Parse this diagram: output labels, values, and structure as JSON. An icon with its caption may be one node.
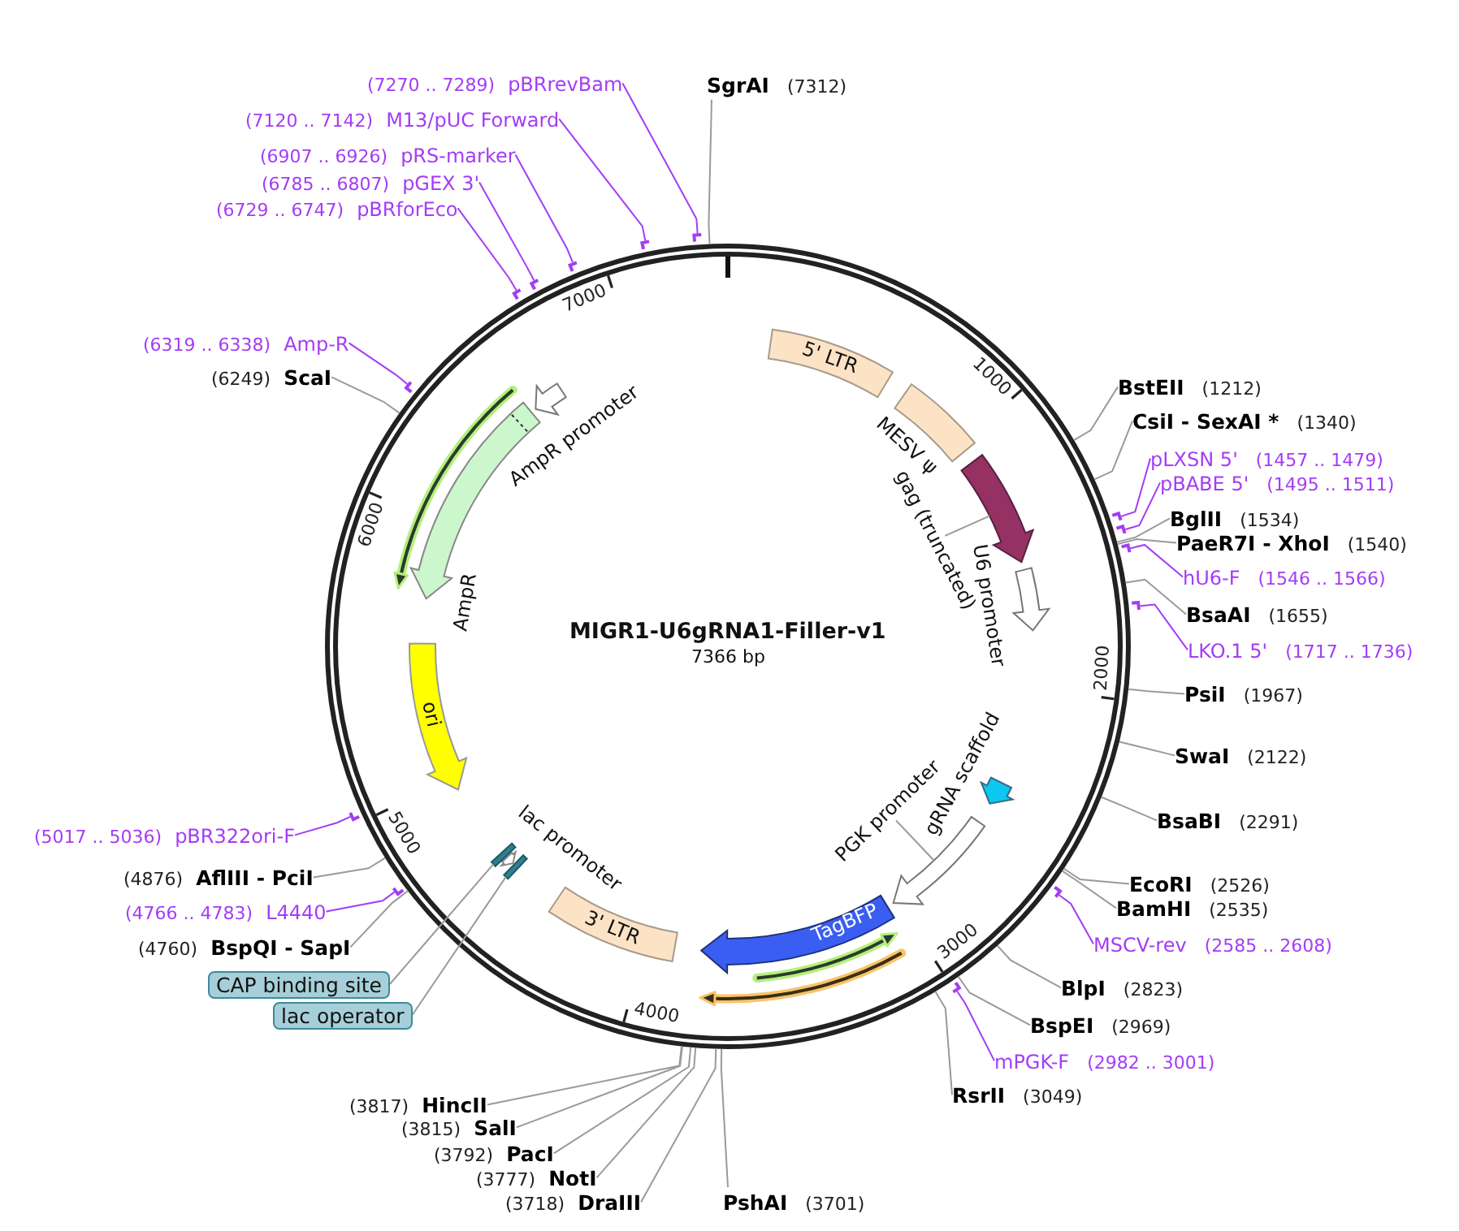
{
  "diagram": {
    "nodes": [
      {
        "text": [
          "MIGR1-U6gRNA1-Filler-v1",
          "7366 bp"
        ]
      },
      {
        "text": [
          "5' LTR"
        ],
        "in": 0
      },
      {
        "text": [
          "MESV ψ"
        ],
        "in": 0
      },
      {
        "text": [],
        "shape": "arrow",
        "in": 0
      },
      {
        "text": [
          "gag (truncated)"
        ],
        "in": 0
      },
      {
        "text": [
          "U6 promoter"
        ],
        "in": 0
      },
      {
        "text": [
          "gRNA scaffold"
        ],
        "in": 0
      },
      {
        "text": [],
        "shape": "arrow",
        "in": 0
      },
      {
        "text": [
          "PGK promoter"
        ],
        "in": 0
      },
      {
        "text": [
          "TagBFP"
        ],
        "in": 0
      },
      {
        "text": [],
        "shape": "arrow",
        "in": 0
      },
      {
        "text": [],
        "shape": "arrow",
        "in": 0
      },
      {
        "text": [
          "3' LTR"
        ],
        "in": 0
      },
      {
        "text": [],
        "shape": "bar",
        "in": 0
      },
      {
        "text": [],
        "shape": "arrow",
        "beside": [
          "lac promoter"
        ],
        "in": 0
      },
      {
        "text": [],
        "shape": "bar",
        "in": 0
      },
      {
        "text": [
          "ori"
        ],
        "in": 0
      },
      {
        "text": [
          "AmpR"
        ],
        "in": 0
      },
      {
        "text": [],
        "shape": "arrow",
        "in": 0
      },
      {
        "text": [
          "AmpR promoter"
        ],
        "in": 0
      },
      {
        "text": [
          "BstEII",
          "(1212)"
        ]
      },
      {
        "text": [
          "CsiI - SexAI *",
          "(1340)"
        ]
      },
      {
        "text": [
          "pLXSN 5'",
          "(1457 .. 1479)"
        ]
      },
      {
        "text": [
          "pBABE 5'",
          "(1495 .. 1511)"
        ]
      },
      {
        "text": [
          "BglII",
          "(1534)"
        ]
      },
      {
        "text": [
          "PaeR7I - XhoI",
          "(1540)"
        ]
      },
      {
        "text": [
          "hU6-F",
          "(1546 .. 1566)"
        ]
      },
      {
        "text": [
          "BsaAI",
          "(1655)"
        ]
      },
      {
        "text": [
          "LKO.1 5'",
          "(1717 .. 1736)"
        ]
      },
      {
        "text": [
          "PsiI",
          "(1967)"
        ]
      },
      {
        "text": [
          "SwaI",
          "(2122)"
        ]
      },
      {
        "text": [
          "BsaBI",
          "(2291)"
        ]
      },
      {
        "text": [
          "EcoRI",
          "(2526)"
        ]
      },
      {
        "text": [
          "BamHI",
          "(2535)"
        ]
      },
      {
        "text": [
          "MSCV-rev",
          "(2585 .. 2608)"
        ]
      },
      {
        "text": [
          "BlpI",
          "(2823)"
        ]
      },
      {
        "text": [
          "BspEI",
          "(2969)"
        ]
      },
      {
        "text": [
          "mPGK-F",
          "(2982 .. 3001)"
        ]
      },
      {
        "text": [
          "RsrII",
          "(3049)"
        ]
      },
      {
        "text": [
          "PshAI",
          "(3701)"
        ]
      },
      {
        "text": [
          "(3718)",
          "DraIII"
        ]
      },
      {
        "text": [
          "(3777)",
          "NotI"
        ]
      },
      {
        "text": [
          "(3792)",
          "PacI"
        ]
      },
      {
        "text": [
          "(3815)",
          "SalI"
        ]
      },
      {
        "text": [
          "(3817)",
          "HincII"
        ]
      },
      {
        "text": [
          "lac operator"
        ]
      },
      {
        "text": [
          "CAP binding site"
        ]
      },
      {
        "text": [
          "(4760)",
          "BspQI - SapI"
        ]
      },
      {
        "text": [
          "(4766 .. 4783)",
          "L4440"
        ]
      },
      {
        "text": [
          "(4876)",
          "AflIII - PciI"
        ]
      },
      {
        "text": [
          "(5017 .. 5036)",
          "pBR322ori-F"
        ]
      },
      {
        "text": [
          "(6249)",
          "ScaI"
        ]
      },
      {
        "text": [
          "(6319 .. 6338)",
          "Amp-R"
        ]
      },
      {
        "text": [
          "(6729 .. 6747)",
          "pBRforEco"
        ]
      },
      {
        "text": [
          "(6785 .. 6807)",
          "pGEX 3'"
        ]
      },
      {
        "text": [
          "(6907 .. 6926)",
          "pRS-marker"
        ]
      },
      {
        "text": [
          "(7120 .. 7142)",
          "M13/pUC Forward"
        ]
      },
      {
        "text": [
          "(7270 .. 7289)",
          "pBRrevBam"
        ]
      },
      {
        "text": [
          "SgrAI",
          "(7312)"
        ]
      },
      {
        "text": [],
        "shape": "bar"
      },
      {
        "text": [],
        "shape": "bar"
      },
      {
        "text": [],
        "shape": "bar"
      },
      {
        "text": [],
        "shape": "bar"
      },
      {
        "text": [],
        "shape": "bar"
      },
      {
        "text": [],
        "shape": "bar"
      },
      {
        "text": [],
        "shape": "bar"
      },
      {
        "text": [],
        "shape": "bar"
      },
      {
        "text": [],
        "shape": "bar"
      },
      {
        "text": [],
        "shape": "bar"
      },
      {
        "text": [],
        "shape": "bar"
      },
      {
        "text": [],
        "shape": "bar"
      },
      {
        "text": [],
        "shape": "bar"
      },
      {
        "text": [],
        "shape": "bar"
      }
    ],
    "edges": [
      {
        "from": 4,
        "to": 3,
        "arrow": "none"
      },
      {
        "from": 8,
        "to": 7,
        "arrow": "none"
      },
      {
        "from": 20,
        "to": 0,
        "arrow": "none"
      },
      {
        "from": 21,
        "to": 0,
        "arrow": "none"
      },
      {
        "from": 22,
        "to": 59,
        "arrow": "none",
        "color": "#a43cf5"
      },
      {
        "from": 23,
        "to": 60,
        "arrow": "none",
        "color": "#a43cf5"
      },
      {
        "from": 24,
        "to": 0,
        "arrow": "none"
      },
      {
        "from": 25,
        "to": 0,
        "arrow": "none"
      },
      {
        "from": 26,
        "to": 61,
        "arrow": "none",
        "color": "#a43cf5"
      },
      {
        "from": 27,
        "to": 0,
        "arrow": "none"
      },
      {
        "from": 28,
        "to": 62,
        "arrow": "none",
        "color": "#a43cf5"
      },
      {
        "from": 29,
        "to": 0,
        "arrow": "none"
      },
      {
        "from": 30,
        "to": 0,
        "arrow": "none"
      },
      {
        "from": 31,
        "to": 0,
        "arrow": "none"
      },
      {
        "from": 32,
        "to": 0,
        "arrow": "none"
      },
      {
        "from": 33,
        "to": 0,
        "arrow": "none"
      },
      {
        "from": 34,
        "to": 63,
        "arrow": "none",
        "color": "#a43cf5"
      },
      {
        "from": 35,
        "to": 0,
        "arrow": "none"
      },
      {
        "from": 36,
        "to": 0,
        "arrow": "none"
      },
      {
        "from": 37,
        "to": 64,
        "arrow": "none",
        "color": "#a43cf5"
      },
      {
        "from": 38,
        "to": 0,
        "arrow": "none"
      },
      {
        "from": 39,
        "to": 0,
        "arrow": "none"
      },
      {
        "from": 40,
        "to": 0,
        "arrow": "none"
      },
      {
        "from": 41,
        "to": 0,
        "arrow": "none"
      },
      {
        "from": 42,
        "to": 0,
        "arrow": "none"
      },
      {
        "from": 43,
        "to": 0,
        "arrow": "none"
      },
      {
        "from": 44,
        "to": 0,
        "arrow": "none"
      },
      {
        "from": 45,
        "to": 13,
        "arrow": "none"
      },
      {
        "from": 46,
        "to": 15,
        "arrow": "none"
      },
      {
        "from": 47,
        "to": 0,
        "arrow": "none"
      },
      {
        "from": 48,
        "to": 65,
        "arrow": "none",
        "color": "#a43cf5"
      },
      {
        "from": 49,
        "to": 0,
        "arrow": "none"
      },
      {
        "from": 50,
        "to": 66,
        "arrow": "none",
        "color": "#a43cf5"
      },
      {
        "from": 51,
        "to": 0,
        "arrow": "none"
      },
      {
        "from": 52,
        "to": 67,
        "arrow": "none",
        "color": "#a43cf5"
      },
      {
        "from": 53,
        "to": 68,
        "arrow": "none",
        "color": "#a43cf5"
      },
      {
        "from": 54,
        "to": 69,
        "arrow": "none",
        "color": "#a43cf5"
      },
      {
        "from": 55,
        "to": 70,
        "arrow": "none",
        "color": "#a43cf5"
      },
      {
        "from": 56,
        "to": 71,
        "arrow": "none",
        "color": "#a43cf5"
      },
      {
        "from": 57,
        "to": 72,
        "arrow": "none",
        "color": "#a43cf5"
      },
      {
        "from": 58,
        "to": 0,
        "arrow": "none"
      }
    ],
    "labels": [
      "1000",
      "2000",
      "3000",
      "4000",
      "5000",
      "6000",
      "7000"
    ]
  }
}
